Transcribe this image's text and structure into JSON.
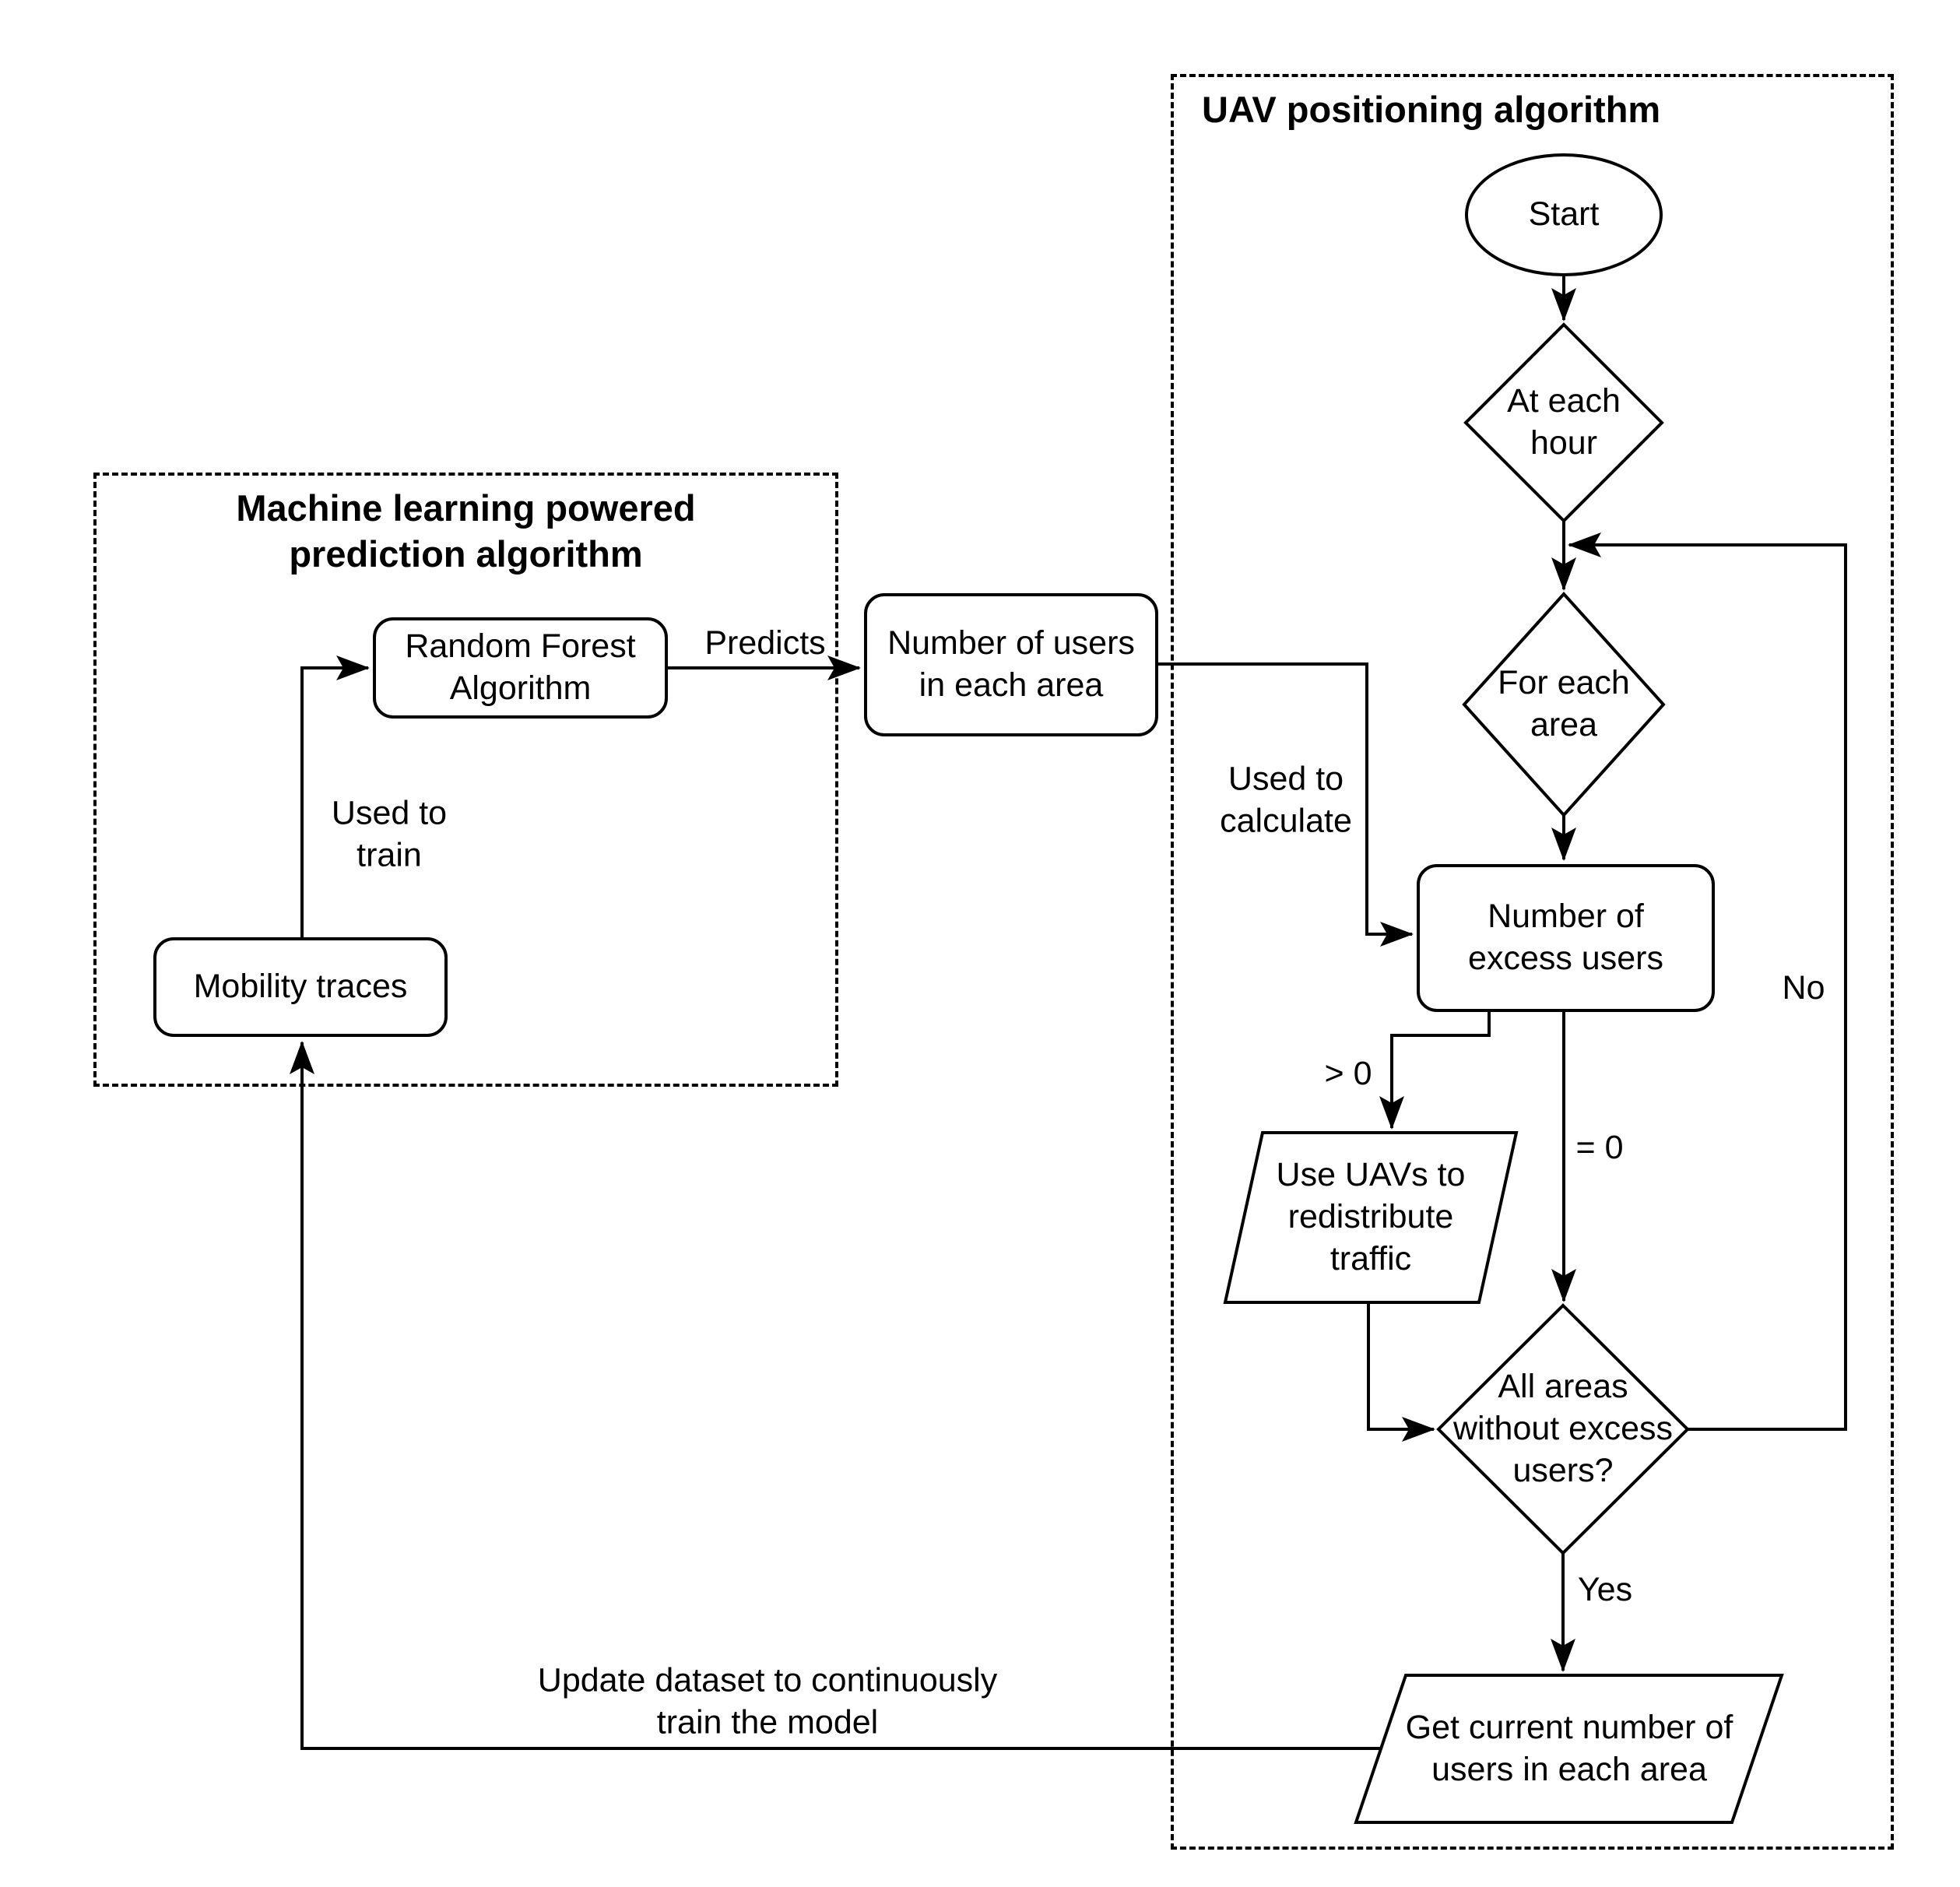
{
  "diagram": {
    "colors": {
      "stroke": "#000000",
      "background": "#ffffff"
    },
    "groups": {
      "ml": {
        "title": "Machine learning powered\nprediction algorithm"
      },
      "uav": {
        "title": "UAV positioning algorithm"
      }
    },
    "nodes": {
      "start": {
        "type": "terminal",
        "label": "Start"
      },
      "at_each_hour": {
        "type": "decision",
        "label": "At each\nhour"
      },
      "for_each_area": {
        "type": "decision",
        "label": "For each\narea"
      },
      "excess_users": {
        "type": "process",
        "label": "Number of\nexcess users"
      },
      "use_uavs": {
        "type": "data",
        "label": "Use UAVs to\nredistribute\ntraffic"
      },
      "all_areas": {
        "type": "decision",
        "label": "All areas\nwithout excess\nusers?"
      },
      "get_current": {
        "type": "data",
        "label": "Get current number of\nusers in each area"
      },
      "random_forest": {
        "type": "process",
        "label": "Random Forest\nAlgorithm"
      },
      "mobility_traces": {
        "type": "process",
        "label": "Mobility traces"
      },
      "users_each_area": {
        "type": "process",
        "label": "Number of users\nin each area"
      }
    },
    "edge_labels": {
      "predicts": "Predicts",
      "used_to_train": "Used to\ntrain",
      "used_to_calculate": "Used to\ncalculate",
      "gt_zero": "> 0",
      "eq_zero": "= 0",
      "no": "No",
      "yes": "Yes",
      "update_dataset": "Update dataset to continuously\ntrain the model"
    }
  }
}
